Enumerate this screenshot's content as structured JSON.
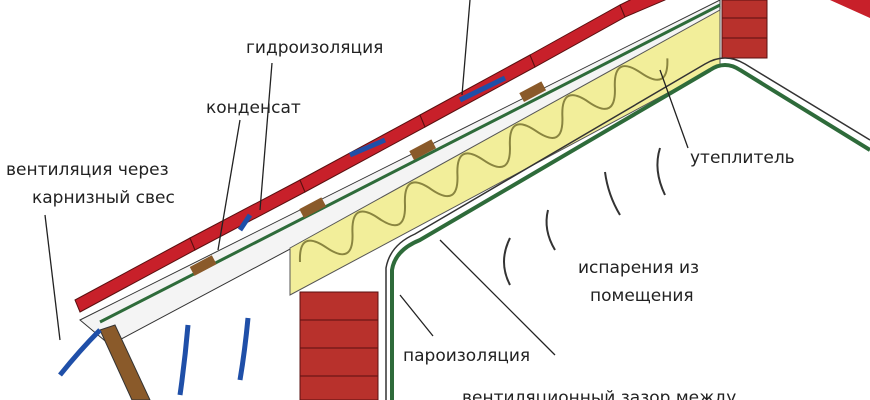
{
  "title": "Вентиляция кровли",
  "labels": {
    "waterproofing": "гидроизоляция",
    "condensate": "конденсат",
    "eaves_vent_1": "вентиляция через",
    "eaves_vent_2": "карнизный свес",
    "insulation": "утеплитель",
    "evaporation_1": "испарения из",
    "evaporation_2": "помещения",
    "vapor_barrier": "пароизоляция",
    "vent_gap": "вентиляционный зазор между"
  },
  "colors": {
    "tile": "#c8202a",
    "insulation": "#f2ee9a",
    "brick": "#b8312c",
    "arrow": "#1f4fa8",
    "membrane": "#2e6b3a"
  }
}
